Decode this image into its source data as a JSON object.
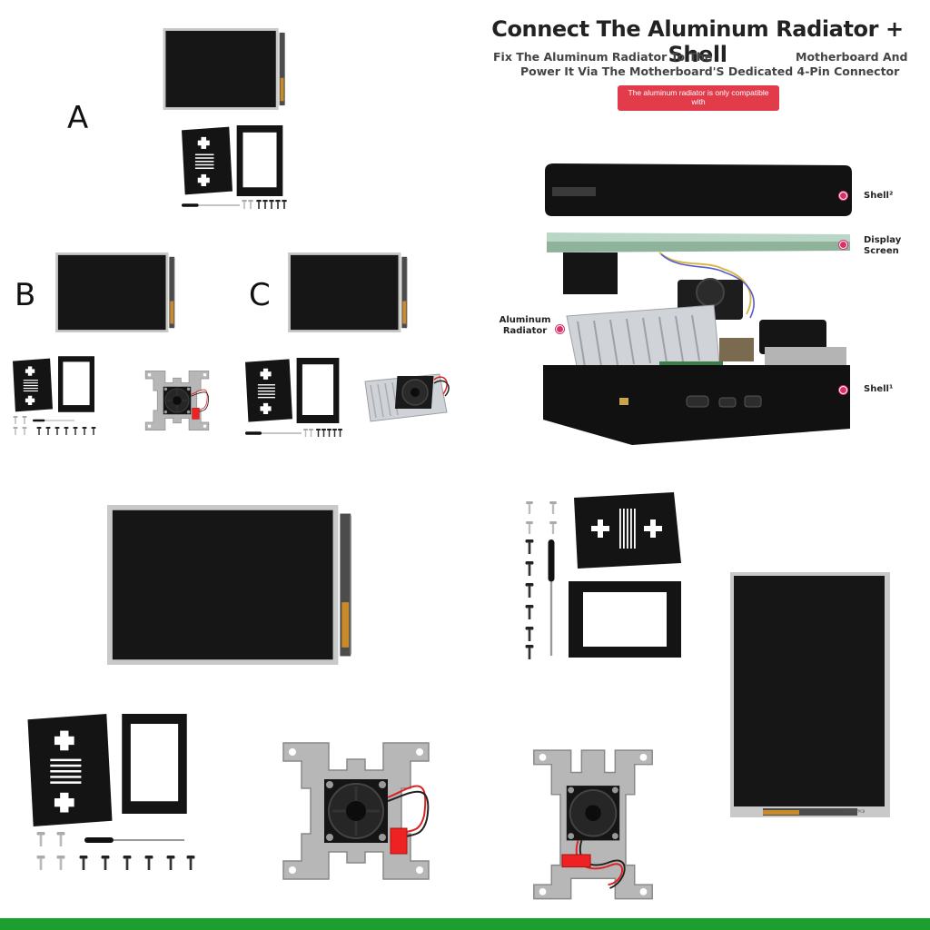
{
  "options": {
    "a_label": "A",
    "b_label": "B",
    "c_label": "C"
  },
  "diagram": {
    "title": "Connect The Aluminum Radiator + Shell",
    "subtitle_line1_left": "Fix The Aluminum Radiator To The",
    "subtitle_line1_right": "Motherboard And",
    "subtitle_line2": "Power It Via The Motherboard'S Dedicated 4-Pin Connector",
    "note_line1": "The aluminum radiator is only compatible",
    "note_line2": "with",
    "part_labels": {
      "shell_top": "Shell²",
      "display_line1": "Display",
      "display_line2": "Screen",
      "radiator_line1": "Aluminum",
      "radiator_line2": "Radiator",
      "shell_bottom": "Shell¹"
    }
  },
  "screen_pcb_marking": "H3GDBR7PCB",
  "colors": {
    "accent_green": "#1d9f2f",
    "note_red": "#e23c4b",
    "pointer_pink": "#d6336c",
    "case_black": "#111111",
    "screen_dark": "#1a1a1a"
  }
}
